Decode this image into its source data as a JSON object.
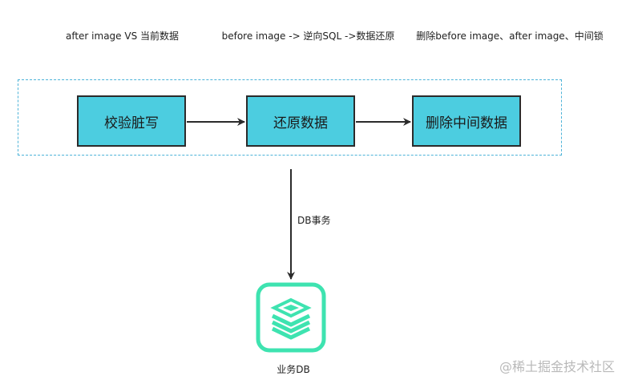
{
  "notes": {
    "check": "after image VS 当前数据",
    "restore": "before image -> 逆向SQL ->数据还原",
    "delete": "删除before image、after image、中间锁"
  },
  "steps": [
    "校验脏写",
    "还原数据",
    "删除中间数据"
  ],
  "edge_label": "DB事务",
  "db_label": "业务DB",
  "watermark": "@稀土掘金技术社区",
  "colors": {
    "step_fill": "#4ccde0",
    "group_border": "#4cb3d8",
    "db_icon": "#3ee3b0"
  },
  "icons": {
    "database": "database-icon"
  }
}
